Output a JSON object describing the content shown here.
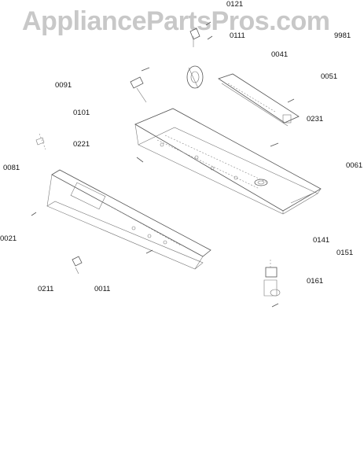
{
  "watermark": "AppliancePartsPros.com",
  "callouts": [
    "0121",
    "0111",
    "9981",
    "0041",
    "0091",
    "0051",
    "0101",
    "0231",
    "0221",
    "0081",
    "0061",
    "0021",
    "0141",
    "0151",
    "0161",
    "0211",
    "0011"
  ]
}
